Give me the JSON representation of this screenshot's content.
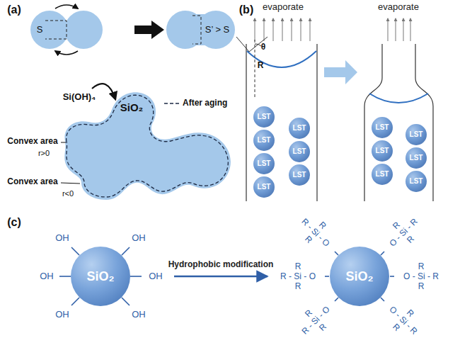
{
  "diagram": {
    "nodes": [
      {
        "text": [
          "SiO₂"
        ]
      },
      {
        "text": [
          "LST"
        ]
      },
      {
        "text": [
          "LST"
        ]
      },
      {
        "text": [
          "LST"
        ]
      },
      {
        "text": [
          "LST"
        ]
      },
      {
        "text": [
          "LST"
        ]
      },
      {
        "text": [
          "LST"
        ]
      },
      {
        "text": [
          "LST"
        ]
      },
      {
        "text": [
          "LST"
        ]
      },
      {
        "text": [
          "LST"
        ]
      },
      {
        "text": [
          "LST"
        ]
      },
      {
        "text": [
          "LST"
        ]
      },
      {
        "text": [
          "LST"
        ]
      },
      {
        "text": [
          "LST"
        ]
      },
      {
        "text": [
          "SiO₂"
        ]
      },
      {
        "text": [
          "SiO₂"
        ]
      }
    ],
    "edges": [
      {
        "from": 14,
        "to": 15,
        "label": "Hydrophobic modification",
        "arrow": "to"
      }
    ],
    "labels": [
      "(a)",
      "S",
      "S’ > S",
      "Si(OH)₄",
      "Convex area",
      "r>0",
      "Convex area",
      "r<0",
      "(b)",
      "evaporate",
      "evaporate",
      "θ",
      "R",
      "(c)",
      "OH",
      "OH",
      "OH",
      "OH",
      "OH",
      "OH",
      "R",
      "R - Si - O",
      "R",
      "R",
      "O - Si - R",
      "R",
      "R",
      "R - Si - O",
      "R",
      "R",
      "O - Si - R",
      "R",
      "R",
      "R - Si - O",
      "R",
      "R",
      "O - Si - R",
      "R"
    ],
    "legend": [
      {
        "text": "After aging"
      }
    ]
  }
}
